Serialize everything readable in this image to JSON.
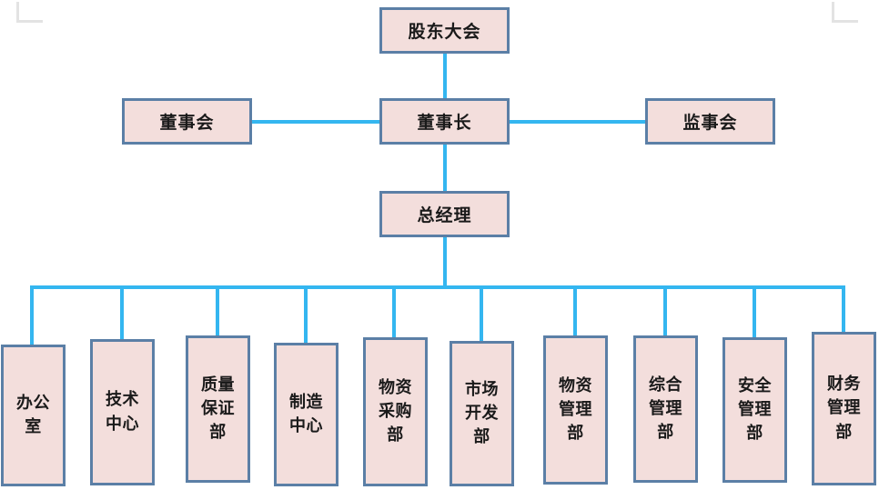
{
  "chart_data": {
    "type": "diagram",
    "title": "",
    "diagram_kind": "organizational-chart",
    "orientation": "top-down",
    "levels": [
      {
        "level": 1,
        "nodes": [
          "股东大会"
        ]
      },
      {
        "level": 2,
        "nodes": [
          "董事会",
          "董事长",
          "监事会"
        ]
      },
      {
        "level": 3,
        "nodes": [
          "总经理"
        ]
      },
      {
        "level": 4,
        "nodes": [
          "办公室",
          "技术中心",
          "质量保证部",
          "制造中心",
          "物资采购部",
          "市场开发部",
          "物资管理部",
          "综合管理部",
          "安全管理部",
          "财务管理部"
        ]
      }
    ],
    "edges": [
      {
        "from": "股东大会",
        "to": "董事长"
      },
      {
        "from": "董事长",
        "to": "董事会"
      },
      {
        "from": "董事长",
        "to": "监事会"
      },
      {
        "from": "董事长",
        "to": "总经理"
      },
      {
        "from": "总经理",
        "to": "办公室"
      },
      {
        "from": "总经理",
        "to": "技术中心"
      },
      {
        "from": "总经理",
        "to": "质量保证部"
      },
      {
        "from": "总经理",
        "to": "制造中心"
      },
      {
        "from": "总经理",
        "to": "物资采购部"
      },
      {
        "from": "总经理",
        "to": "市场开发部"
      },
      {
        "from": "总经理",
        "to": "物资管理部"
      },
      {
        "from": "总经理",
        "to": "综合管理部"
      },
      {
        "from": "总经理",
        "to": "安全管理部"
      },
      {
        "from": "总经理",
        "to": "财务管理部"
      }
    ],
    "colors": {
      "node_fill": "#F3DEDC",
      "node_border": "#5B7FA6",
      "connector": "#34B6F0",
      "text": "#1a1a1a",
      "corner_mark": "#e3e3e3",
      "background": "#ffffff"
    }
  },
  "nodes": {
    "shareholders_meeting": "股东大会",
    "board_of_directors": "董事会",
    "chairman": "董事长",
    "board_of_supervisors": "监事会",
    "general_manager": "总经理",
    "departments": [
      {
        "id": "office",
        "label": "办公\n室"
      },
      {
        "id": "technology-center",
        "label": "技术\n中心"
      },
      {
        "id": "quality-assurance",
        "label": "质量\n保证\n部"
      },
      {
        "id": "manufacturing-center",
        "label": "制造\n中心"
      },
      {
        "id": "materials-procurement",
        "label": "物资\n采购\n部"
      },
      {
        "id": "market-development",
        "label": "市场\n开发\n部"
      },
      {
        "id": "materials-management",
        "label": "物资\n管理\n部"
      },
      {
        "id": "general-management",
        "label": "综合\n管理\n部"
      },
      {
        "id": "safety-management",
        "label": "安全\n管理\n部"
      },
      {
        "id": "finance-management",
        "label": "财务\n管理\n部"
      }
    ]
  }
}
